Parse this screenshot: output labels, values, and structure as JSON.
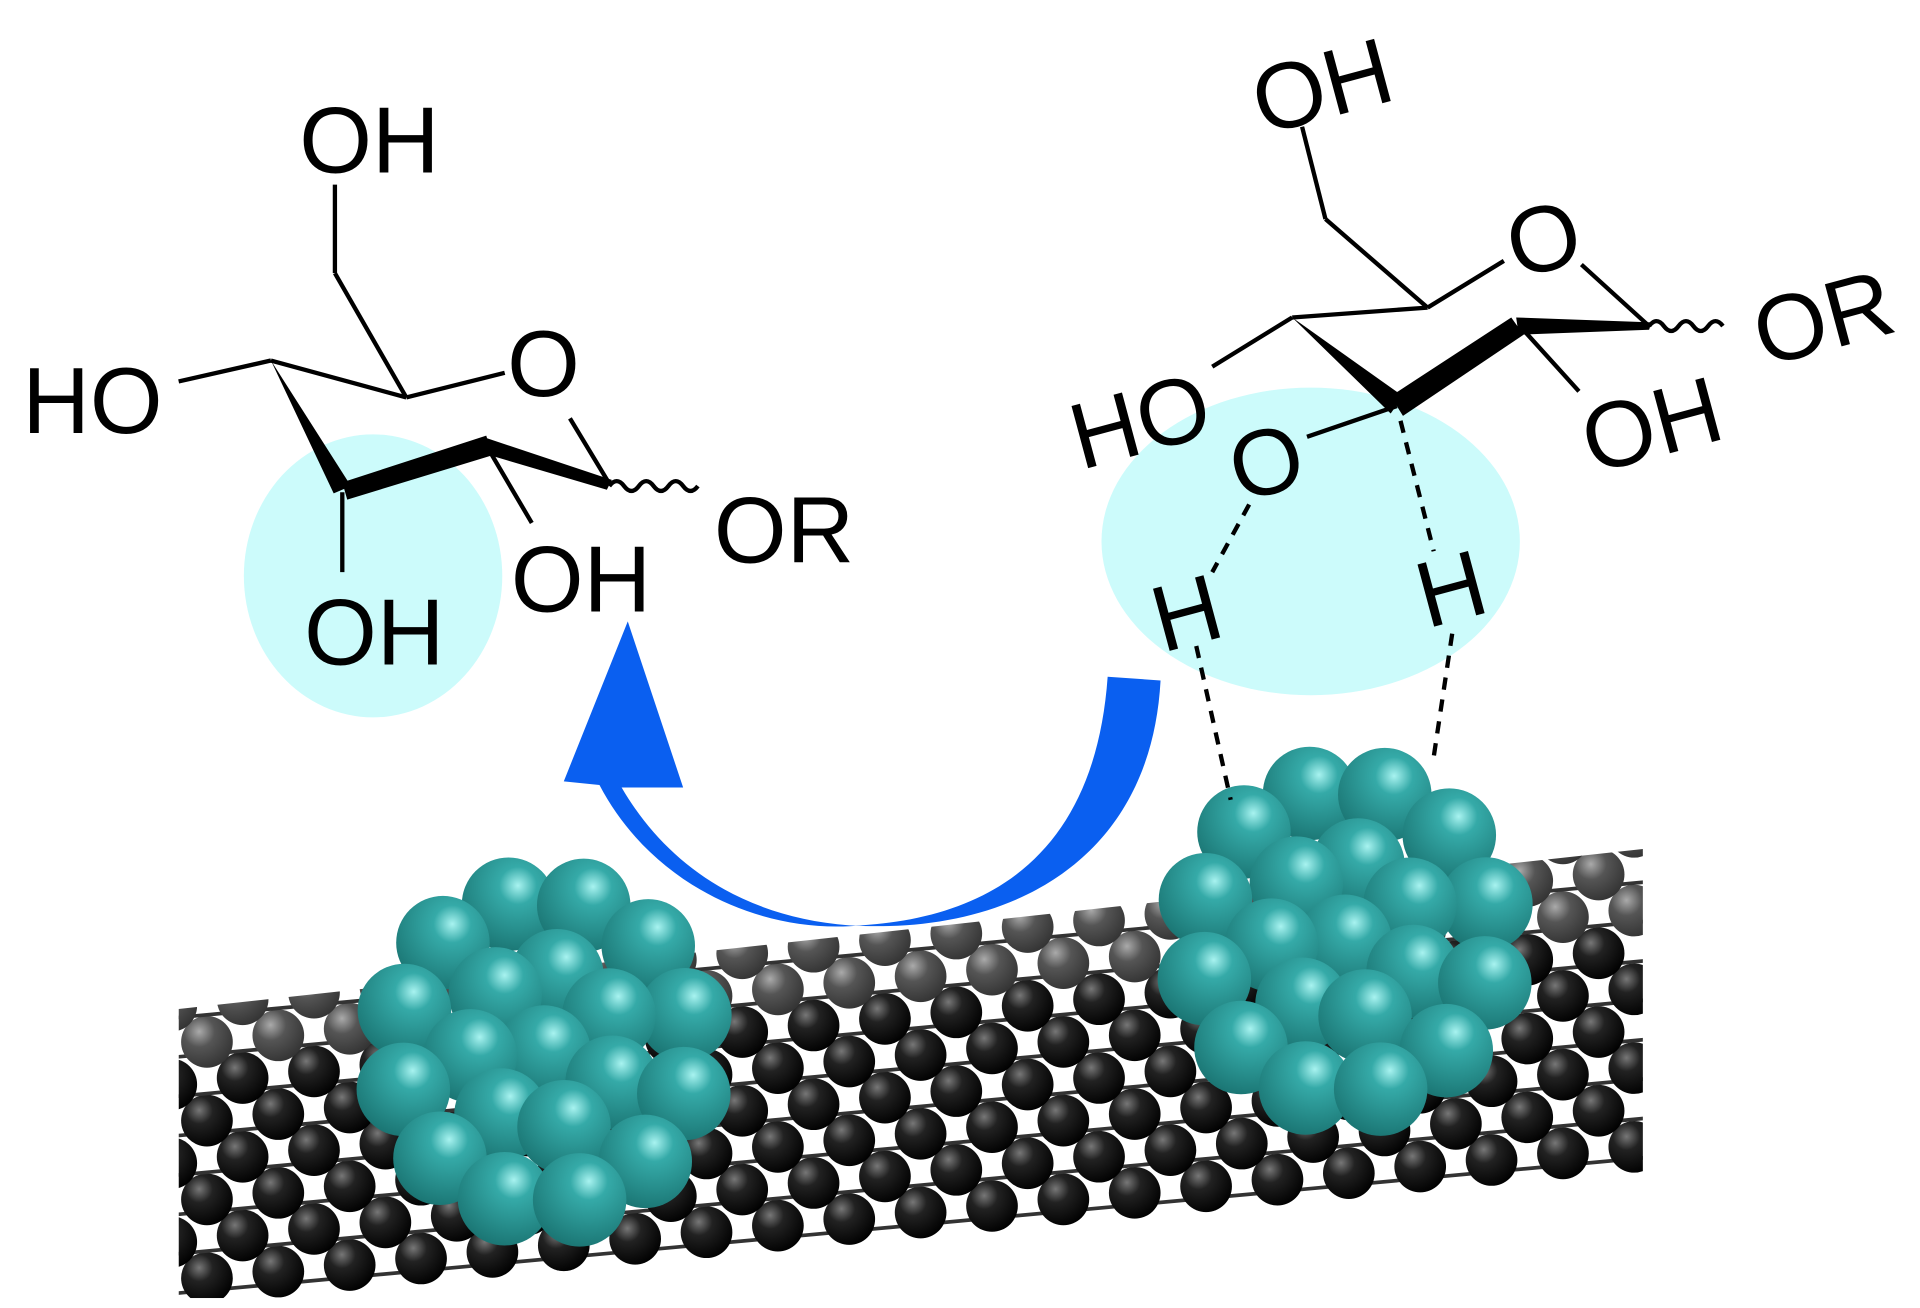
{
  "left_sugar": {
    "ch2oh_label": "OH",
    "c4_label": "HO",
    "ring_o_label": "O",
    "c3_label": "OH",
    "c2_label": "OH",
    "c1_label": "OR"
  },
  "right_sugar": {
    "ch2oh_label": "OH",
    "ring_o_label": "O",
    "c1_label": "OR",
    "c4_label": "HO",
    "c3_o_label": "O",
    "c2_label": "OH",
    "h_left_label": "H",
    "h_right_label": "H"
  },
  "colors": {
    "highlight": "#ccfbfb",
    "arrow": "#0a5ff0",
    "cluster": "#2a9c9a",
    "graphene": "#111111"
  }
}
